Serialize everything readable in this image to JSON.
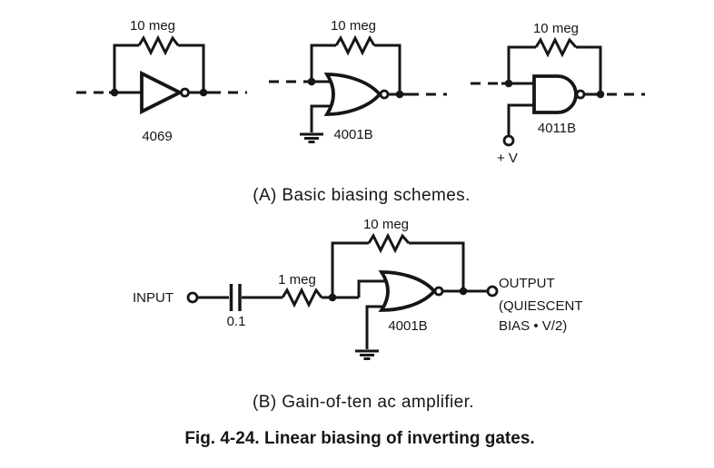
{
  "figure": {
    "caption_a": "(A) Basic biasing schemes.",
    "caption_b": "(B) Gain-of-ten ac amplifier.",
    "caption_fig": "Fig. 4-24. Linear biasing of inverting gates."
  },
  "colors": {
    "ink": "#161616",
    "paper": "#ffffff"
  },
  "section_a": {
    "inverter": {
      "feedback_resistor": "10 meg",
      "part": "4069"
    },
    "nor": {
      "feedback_resistor": "10 meg",
      "part": "4001B"
    },
    "nand": {
      "feedback_resistor": "10 meg",
      "part": "4011B",
      "supply": "+ V"
    }
  },
  "section_b": {
    "input_label": "INPUT",
    "coupling_capacitor": "0.1",
    "series_resistor": "1 meg",
    "feedback_resistor": "10 meg",
    "part": "4001B",
    "output_line1": "OUTPUT",
    "output_line2": "(QUIESCENT",
    "output_line3": "BIAS • V/2)"
  }
}
